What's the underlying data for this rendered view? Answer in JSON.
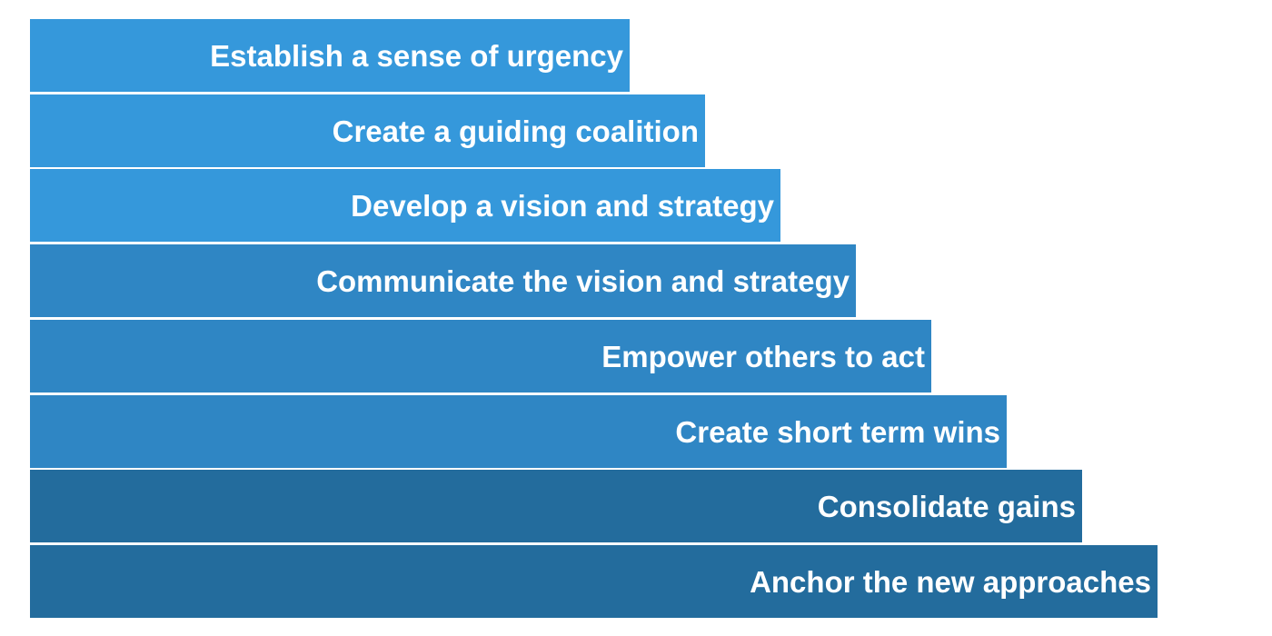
{
  "steps": [
    {
      "label": "Establish a sense of urgency",
      "color": "#3598db"
    },
    {
      "label": "Create a guiding coalition",
      "color": "#3598db"
    },
    {
      "label": "Develop a vision and strategy",
      "color": "#3598db"
    },
    {
      "label": "Communicate the vision and strategy",
      "color": "#2f86c4"
    },
    {
      "label": "Empower others to act",
      "color": "#2f86c4"
    },
    {
      "label": "Create short term wins",
      "color": "#2f86c4"
    },
    {
      "label": "Consolidate gains",
      "color": "#236c9d"
    },
    {
      "label": "Anchor the new approaches",
      "color": "#236c9d"
    }
  ]
}
